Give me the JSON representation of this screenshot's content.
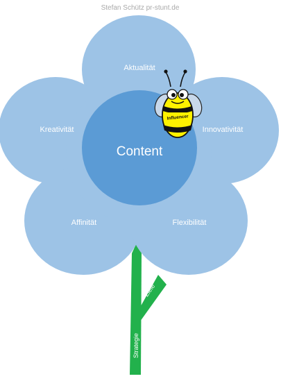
{
  "credit": "Stefan Schütz pr-stunt.de",
  "center": "Content",
  "petals": {
    "top": "Aktualität",
    "left": "Kreativität",
    "right": "Innovativität",
    "bottom_left": "Affinität",
    "bottom_right": "Flexibilität"
  },
  "stem": {
    "main": "Strategie",
    "branch": "Ziele"
  },
  "mascot": {
    "label": "Influencer"
  },
  "colors": {
    "petal": "#9dc3e6",
    "center": "#5b9bd5",
    "stem": "#22b14c",
    "bee_body": "#fff200"
  }
}
